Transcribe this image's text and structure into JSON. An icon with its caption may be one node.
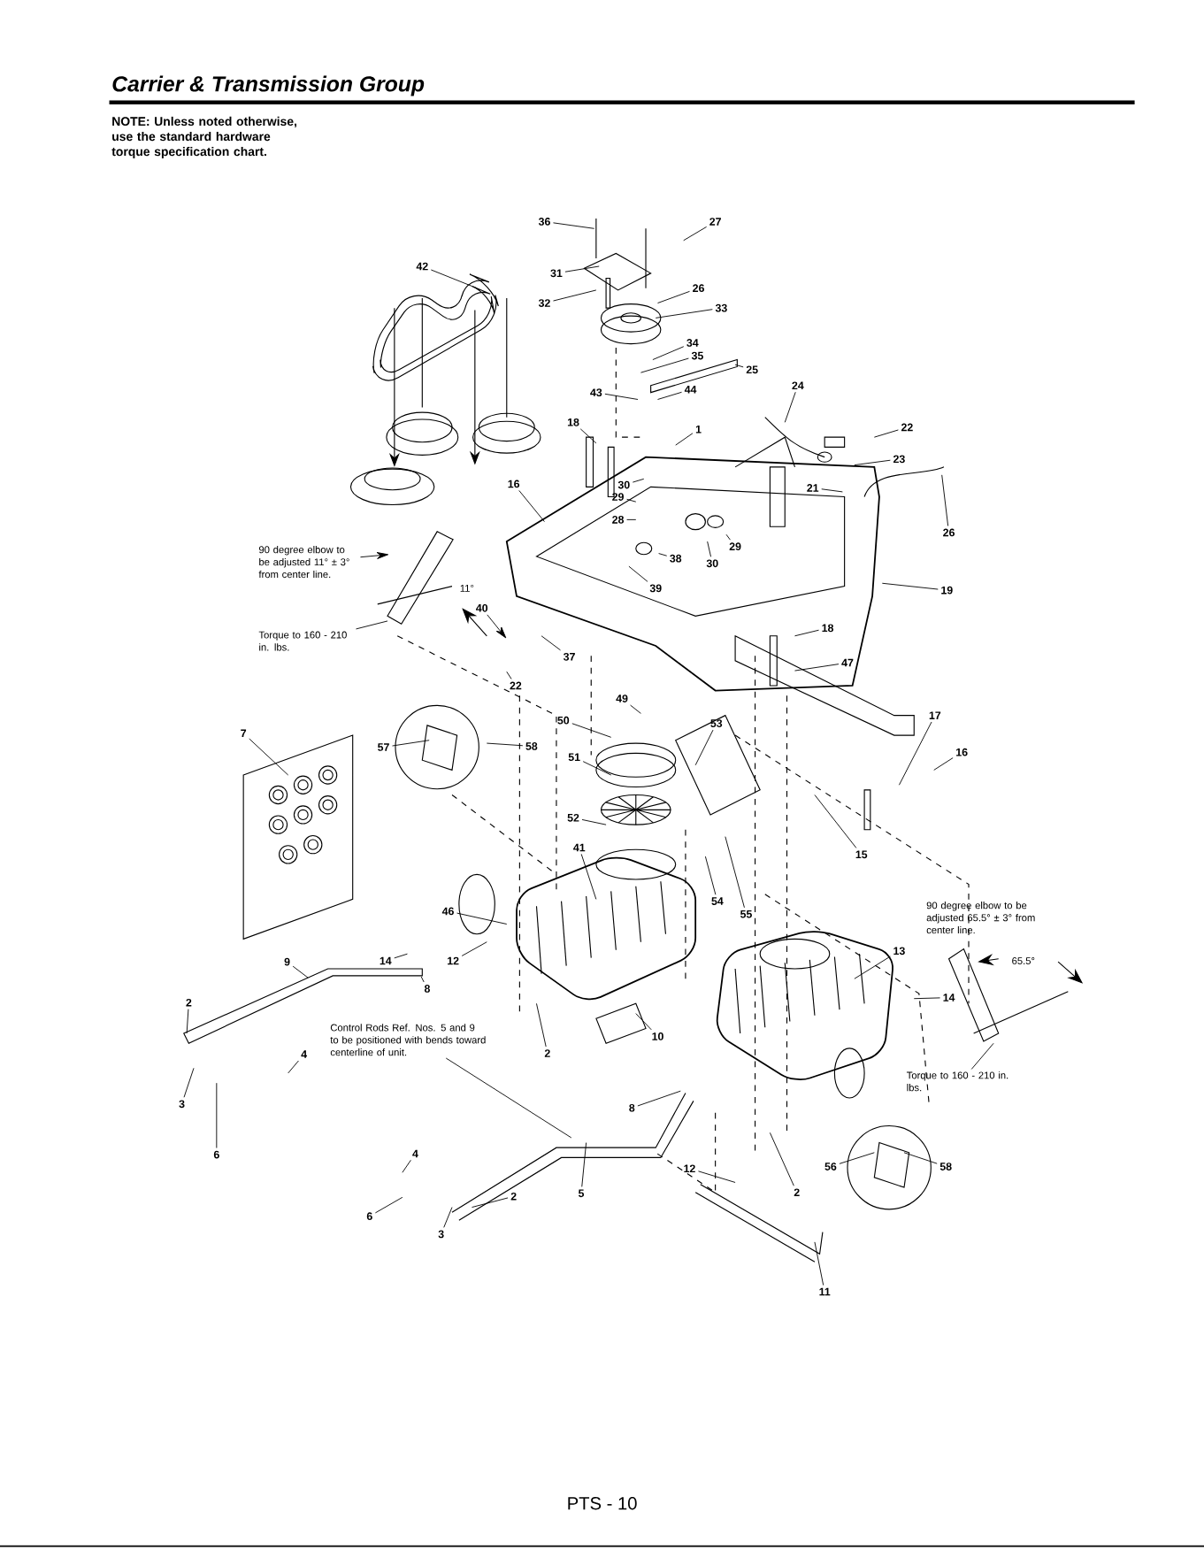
{
  "diagram": {
    "title": "Carrier & Transmission Group",
    "nodes": [
      {
        "text": [
          "90 degree elbow to be adjusted 11° ± 3° from center line."
        ]
      },
      {
        "text": [
          "Torque to 160 - 210 in. lbs."
        ]
      },
      {
        "text": [
          "Control Rods Ref. Nos. 5 and 9 to be positioned with bends toward centerline of unit."
        ]
      },
      {
        "text": [
          "90 degree elbow to be adjusted 65.5° ± 3° from center line."
        ]
      },
      {
        "text": [
          "Torque to 160 - 210 in. lbs."
        ]
      },
      {
        "text": [
          "36"
        ]
      },
      {
        "text": [
          "27"
        ]
      },
      {
        "text": [
          "31"
        ]
      },
      {
        "text": [
          "26"
        ]
      },
      {
        "text": [
          "32"
        ]
      },
      {
        "text": [
          "33"
        ]
      },
      {
        "text": [
          "34"
        ]
      },
      {
        "text": [
          "35"
        ]
      },
      {
        "text": [
          "25"
        ]
      },
      {
        "text": [
          "43"
        ]
      },
      {
        "text": [
          "44"
        ]
      },
      {
        "text": [
          "24"
        ]
      },
      {
        "text": [
          "18"
        ]
      },
      {
        "text": [
          "1"
        ]
      },
      {
        "text": [
          "22"
        ]
      },
      {
        "text": [
          "42"
        ]
      },
      {
        "text": [
          "16"
        ]
      },
      {
        "text": [
          "30"
        ]
      },
      {
        "text": [
          "29"
        ]
      },
      {
        "text": [
          "28"
        ]
      },
      {
        "text": [
          "23"
        ]
      },
      {
        "text": [
          "21"
        ]
      },
      {
        "text": [
          "26"
        ]
      },
      {
        "text": [
          "29"
        ]
      },
      {
        "text": [
          "30"
        ]
      },
      {
        "text": [
          "38"
        ]
      },
      {
        "text": [
          "39"
        ]
      },
      {
        "text": [
          "19"
        ]
      },
      {
        "text": [
          "40"
        ]
      },
      {
        "text": [
          "37"
        ]
      },
      {
        "text": [
          "22"
        ]
      },
      {
        "text": [
          "18"
        ]
      },
      {
        "text": [
          "47"
        ]
      },
      {
        "text": [
          "49"
        ]
      },
      {
        "text": [
          "50"
        ]
      },
      {
        "text": [
          "53"
        ]
      },
      {
        "text": [
          "17"
        ]
      },
      {
        "text": [
          "16"
        ]
      },
      {
        "text": [
          "7"
        ]
      },
      {
        "text": [
          "57"
        ]
      },
      {
        "text": [
          "58"
        ]
      },
      {
        "text": [
          "51"
        ]
      },
      {
        "text": [
          "52"
        ]
      },
      {
        "text": [
          "15"
        ]
      },
      {
        "text": [
          "41"
        ]
      },
      {
        "text": [
          "46"
        ]
      },
      {
        "text": [
          "54"
        ]
      },
      {
        "text": [
          "55"
        ]
      },
      {
        "text": [
          "13"
        ]
      },
      {
        "text": [
          "14"
        ]
      },
      {
        "text": [
          "12"
        ]
      },
      {
        "text": [
          "9"
        ]
      },
      {
        "text": [
          "8"
        ]
      },
      {
        "text": [
          "14"
        ]
      },
      {
        "text": [
          "2"
        ]
      },
      {
        "text": [
          "4"
        ]
      },
      {
        "text": [
          "10"
        ]
      },
      {
        "text": [
          "2"
        ]
      },
      {
        "text": [
          "3"
        ]
      },
      {
        "text": [
          "6"
        ]
      },
      {
        "text": [
          "8"
        ]
      },
      {
        "text": [
          "4"
        ]
      },
      {
        "text": [
          "5"
        ]
      },
      {
        "text": [
          "56"
        ]
      },
      {
        "text": [
          "58"
        ]
      },
      {
        "text": [
          "2"
        ]
      },
      {
        "text": [
          "12"
        ]
      },
      {
        "text": [
          "6"
        ]
      },
      {
        "text": [
          "2"
        ]
      },
      {
        "text": [
          "3"
        ]
      },
      {
        "text": [
          "11"
        ]
      },
      {
        "text": [],
        "shape": "bar"
      }
    ],
    "edges": [
      {
        "from": 0,
        "to": null,
        "arrow": "to"
      },
      {
        "from": 1,
        "to": null,
        "arrow": "none"
      },
      {
        "from": 2,
        "to": null,
        "arrow": "none"
      },
      {
        "from": 4,
        "to": null,
        "arrow": "none"
      },
      {
        "from": 5,
        "to": null,
        "arrow": "none"
      },
      {
        "from": 6,
        "to": null,
        "arrow": "none"
      },
      {
        "from": 7,
        "to": null,
        "arrow": "none"
      },
      {
        "from": 8,
        "to": null,
        "arrow": "none"
      },
      {
        "from": 9,
        "to": null,
        "arrow": "none"
      },
      {
        "from": 10,
        "to": null,
        "arrow": "none"
      },
      {
        "from": 11,
        "to": null,
        "arrow": "none"
      },
      {
        "from": 12,
        "to": null,
        "arrow": "none"
      },
      {
        "from": 13,
        "to": null,
        "arrow": "none"
      },
      {
        "from": 14,
        "to": null,
        "arrow": "none"
      },
      {
        "from": 15,
        "to": null,
        "arrow": "none"
      },
      {
        "from": 16,
        "to": null,
        "arrow": "none"
      },
      {
        "from": 17,
        "to": null,
        "arrow": "none"
      },
      {
        "from": 18,
        "to": null,
        "arrow": "none"
      },
      {
        "from": 19,
        "to": null,
        "arrow": "none"
      },
      {
        "from": 20,
        "to": null,
        "arrow": "none"
      },
      {
        "from": 21,
        "to": null,
        "arrow": "none"
      },
      {
        "from": 22,
        "to": null,
        "arrow": "none"
      },
      {
        "from": 23,
        "to": null,
        "arrow": "none"
      },
      {
        "from": 24,
        "to": null,
        "arrow": "none"
      },
      {
        "from": 25,
        "to": null,
        "arrow": "none"
      },
      {
        "from": 26,
        "to": null,
        "arrow": "none"
      },
      {
        "from": 27,
        "to": null,
        "arrow": "none"
      },
      {
        "from": 28,
        "to": null,
        "arrow": "none"
      },
      {
        "from": 29,
        "to": null,
        "arrow": "none"
      },
      {
        "from": 30,
        "to": null,
        "arrow": "none"
      },
      {
        "from": 31,
        "to": null,
        "arrow": "none"
      },
      {
        "from": 32,
        "to": null,
        "arrow": "none"
      },
      {
        "from": 33,
        "to": null,
        "arrow": "to"
      },
      {
        "from": 34,
        "to": null,
        "arrow": "none"
      },
      {
        "from": 35,
        "to": null,
        "arrow": "none"
      },
      {
        "from": 36,
        "to": null,
        "arrow": "none"
      },
      {
        "from": 37,
        "to": null,
        "arrow": "none"
      },
      {
        "from": 38,
        "to": null,
        "arrow": "none"
      },
      {
        "from": 39,
        "to": null,
        "arrow": "none"
      },
      {
        "from": 40,
        "to": null,
        "arrow": "none"
      },
      {
        "from": 41,
        "to": null,
        "arrow": "none"
      },
      {
        "from": 42,
        "to": null,
        "arrow": "none"
      },
      {
        "from": 43,
        "to": null,
        "arrow": "none"
      },
      {
        "from": 44,
        "to": null,
        "arrow": "none"
      },
      {
        "from": 45,
        "to": null,
        "arrow": "none"
      },
      {
        "from": 46,
        "to": null,
        "arrow": "none"
      },
      {
        "from": 47,
        "to": null,
        "arrow": "none"
      },
      {
        "from": 48,
        "to": null,
        "arrow": "none"
      },
      {
        "from": 49,
        "to": null,
        "arrow": "none"
      },
      {
        "from": 50,
        "to": null,
        "arrow": "none"
      },
      {
        "from": 51,
        "to": null,
        "arrow": "none"
      },
      {
        "from": 52,
        "to": null,
        "arrow": "none"
      },
      {
        "from": 53,
        "to": null,
        "arrow": "none"
      },
      {
        "from": 54,
        "to": null,
        "arrow": "none"
      },
      {
        "from": 55,
        "to": null,
        "arrow": "none"
      },
      {
        "from": 56,
        "to": 76,
        "arrow": "none"
      },
      {
        "from": 57,
        "to": 76,
        "arrow": "none"
      },
      {
        "from": 58,
        "to": null,
        "arrow": "none"
      },
      {
        "from": 59,
        "to": 76,
        "arrow": "none"
      },
      {
        "from": 60,
        "to": null,
        "arrow": "none"
      },
      {
        "from": 61,
        "to": null,
        "arrow": "none"
      },
      {
        "from": 62,
        "to": null,
        "arrow": "none"
      },
      {
        "from": 63,
        "to": null,
        "arrow": "none"
      },
      {
        "from": 64,
        "to": null,
        "arrow": "none"
      },
      {
        "from": 65,
        "to": null,
        "arrow": "none"
      },
      {
        "from": 66,
        "to": null,
        "arrow": "none"
      },
      {
        "from": 67,
        "to": null,
        "arrow": "none"
      },
      {
        "from": 68,
        "to": null,
        "arrow": "none"
      },
      {
        "from": 69,
        "to": null,
        "arrow": "none"
      },
      {
        "from": 70,
        "to": null,
        "arrow": "none"
      },
      {
        "from": 71,
        "to": null,
        "arrow": "none"
      },
      {
        "from": 72,
        "to": null,
        "arrow": "none"
      },
      {
        "from": 73,
        "to": null,
        "arrow": "none"
      },
      {
        "from": 74,
        "to": null,
        "arrow": "none"
      },
      {
        "from": 75,
        "to": null,
        "arrow": "none"
      }
    ],
    "labels": [
      "NOTE: Unless noted otherwise, use the standard hardware torque specification chart.",
      "11°",
      "65.5°",
      "PTS - 10"
    ]
  }
}
